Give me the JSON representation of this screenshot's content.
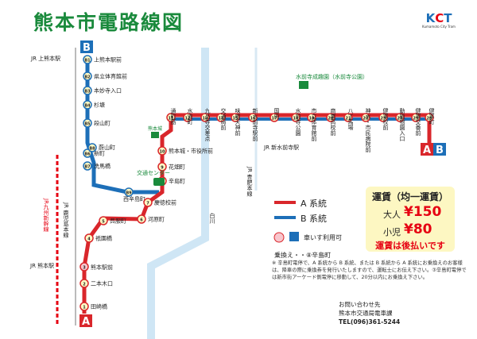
{
  "title": "熊本市電路線図",
  "logo": {
    "text_k": "K",
    "text_c": "C",
    "text_t": "T",
    "subtitle": "Kumamoto City Tram"
  },
  "route_a": {
    "badge": "A",
    "color": "#d9262b",
    "legend": "A 系統"
  },
  "route_b": {
    "badge": "B",
    "color": "#1d6fb8",
    "legend": "B 系統"
  },
  "end_badges": {
    "a": "A",
    "b": "B"
  },
  "legend": {
    "wheelchair_label": "車いす利用可",
    "transfer_label": "乗換え・・⑧辛島町"
  },
  "jr_labels": {
    "kamikumamoto": "JR 上熊本駅",
    "kumamoto": "JR 熊本駅",
    "shinsuizenji": "JR 新水前寺駅",
    "kagoshima_line": "JR 鹿児島本線",
    "kyushu_shinkansen": "JR九州新幹線",
    "hohi_line": "JR 豊肥本線"
  },
  "river_label": "白川",
  "kumamoto_castle": "熊本城",
  "bus_center": "交通センター",
  "suizenji_park": "水前寺成趣園（水前寺公園）",
  "stops_b_branch": [
    "上熊本駅前",
    "県立体育館前",
    "本妙寺入口",
    "杉塘",
    "段山町",
    "新町",
    "洗馬橋"
  ],
  "stops_b_branch_codes": [
    "B1",
    "B2",
    "B3",
    "B4",
    "B5",
    "B6",
    "B7"
  ],
  "stop_b8": {
    "code": "B8",
    "name": "蔚山町"
  },
  "stop_b9": {
    "code": "B9",
    "name": "西辛島町"
  },
  "stops_a_branch": [
    "田崎橋",
    "二本木口",
    "熊本駅前",
    "祇園橋",
    "呉服町",
    "河原町",
    "慶徳校前",
    "辛島町",
    "花畑町",
    "熊本城・市役所前"
  ],
  "stops_main": [
    "通町筋",
    "水道町",
    "九品寺交差点",
    "交通局前",
    "味噌天神前",
    "新水前寺駅前",
    "国府",
    "水前寺公園",
    "市立体育館前",
    "商業高校前",
    "八丁馬場",
    "神水・市民病院前",
    "健軍校前",
    "動植物園入口",
    "健軍交番前",
    "健軍町"
  ],
  "fare": {
    "title": "運賃（均一運賃）",
    "adult_label": "大人",
    "adult_fare": "¥150",
    "child_label": "小児",
    "child_fare": "¥80",
    "note": "運賃は後払いです"
  },
  "notes": "※ 辛島町電停で、A 系統から B 系統、または B 系統から A 系統にお乗換えのお客様は、降車の際に乗換券を発行いたしますので、運転士にお伝え下さい。③辛島町電停では新市街アーケード側電停に移動して、20分以内にお乗換え下さい。",
  "contact": {
    "label": "お問い合わせ先",
    "org": "熊本市交通局電車課",
    "tel": "TEL(096)361-5244"
  }
}
